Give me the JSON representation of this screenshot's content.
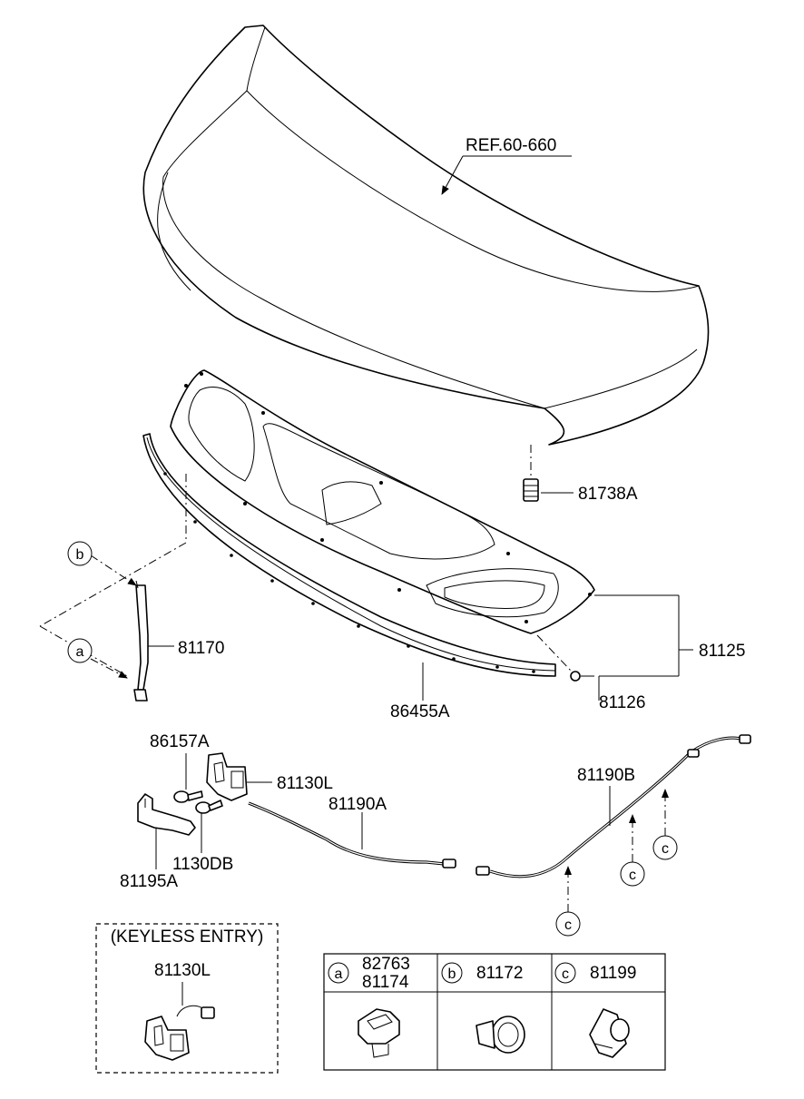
{
  "hood": {
    "ref_label": "REF.60-660"
  },
  "parts": {
    "bumper_stop": "81738A",
    "insulator_pad": "81125",
    "pad_clip": "81126",
    "weatherstrip": "86455A",
    "latch_rod": "81170",
    "latch_bolt_top": "86157A",
    "hood_latch": "81130L",
    "release_cable_front": "81190A",
    "release_cable_rear": "81190B",
    "bolt": "1130DB",
    "release_handle": "81195A"
  },
  "callouts": {
    "a": "a",
    "b": "b",
    "c": "c"
  },
  "keyless": {
    "title": "(KEYLESS ENTRY)",
    "part": "81130L"
  },
  "legend": [
    {
      "letter": "a",
      "parts": [
        "82763",
        "81174"
      ]
    },
    {
      "letter": "b",
      "parts": [
        "81172"
      ]
    },
    {
      "letter": "c",
      "parts": [
        "81199"
      ]
    }
  ]
}
